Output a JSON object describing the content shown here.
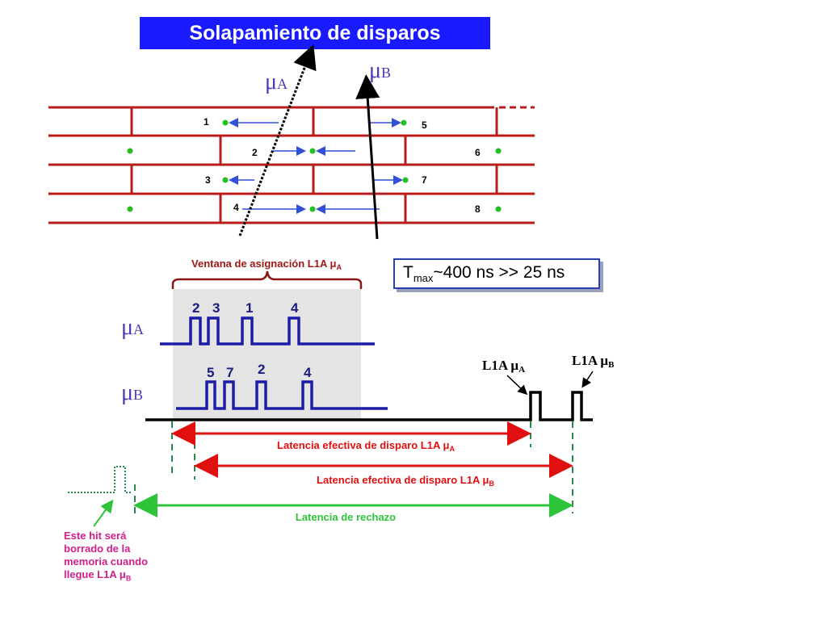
{
  "title": "Solapamiento de disparos",
  "muon_a": "μ",
  "muon_a_sub": "A",
  "muon_b": "μ",
  "muon_b_sub": "B",
  "tube_numbers": [
    "1",
    "2",
    "3",
    "4",
    "5",
    "6",
    "7",
    "8"
  ],
  "window_label": "Ventana de asignación L1A μ",
  "window_label_sub": "A",
  "tmax_main": "T",
  "tmax_sub": "max",
  "tmax_rest": "~400 ns  >> 25 ns",
  "pulse_labels_a": [
    "2",
    "3",
    "1",
    "4"
  ],
  "pulse_labels_b": [
    "5",
    "7",
    "2",
    "4"
  ],
  "l1a_a_label": "L1A μ",
  "l1a_a_sub": "A",
  "l1a_b_label": "L1A μ",
  "l1a_b_sub": "B",
  "latency_a": "Latencia efectiva de disparo L1A μ",
  "latency_a_sub": "A",
  "latency_b": "Latencia efectiva de disparo L1A μ",
  "latency_b_sub": "B",
  "reject_latency": "Latencia de rechazo",
  "note_lines": [
    "Este hit será",
    "borrado de la",
    "memoria cuando",
    "llegue L1A μ"
  ],
  "note_sub": "B",
  "colors": {
    "title_bg": "#1a1aff",
    "wall": "#b81c1c",
    "pulse": "#1c1ca8",
    "red_arrow": "#e01010",
    "green_arrow": "#2ec43a",
    "magenta": "#d0208a",
    "window_label": "#a01818",
    "hit_dot": "#22c022"
  }
}
